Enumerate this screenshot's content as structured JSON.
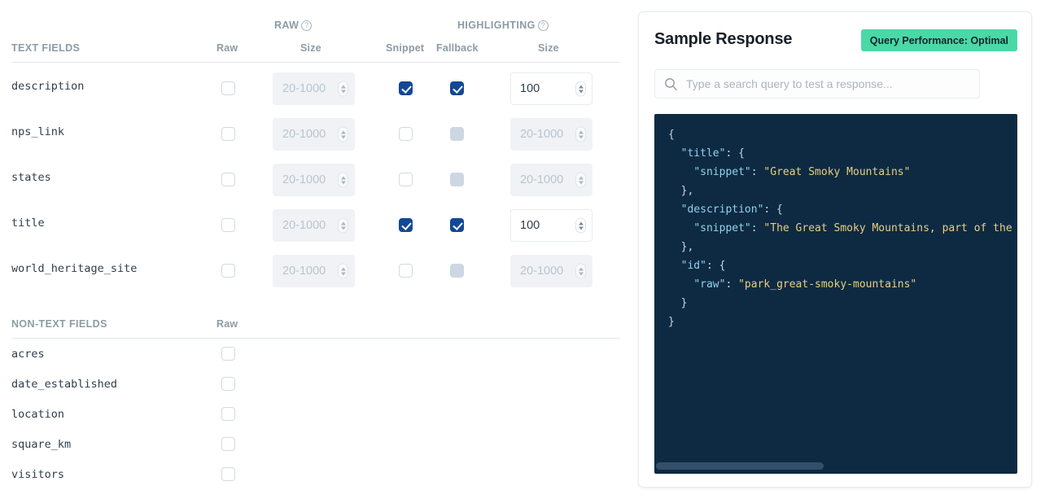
{
  "left": {
    "group_headers": [
      {
        "label": "RAW",
        "help": "?"
      },
      {
        "label": "HIGHLIGHTING",
        "help": "?"
      }
    ],
    "text_fields_section_label": "TEXT FIELDS",
    "text_columns": [
      "Raw",
      "Size",
      "Snippet",
      "Fallback",
      "Size"
    ],
    "text_rows": [
      {
        "name": "description",
        "raw_checked": false,
        "raw_size_value": "",
        "raw_size_placeholder": "20-1000",
        "raw_size_disabled": true,
        "snippet_checked": true,
        "fallback_checked": true,
        "fallback_disabled": false,
        "hl_size_value": "100",
        "hl_size_placeholder": "20-1000",
        "hl_size_disabled": false
      },
      {
        "name": "nps_link",
        "raw_checked": false,
        "raw_size_value": "",
        "raw_size_placeholder": "20-1000",
        "raw_size_disabled": true,
        "snippet_checked": false,
        "fallback_checked": false,
        "fallback_disabled": true,
        "hl_size_value": "",
        "hl_size_placeholder": "20-1000",
        "hl_size_disabled": true
      },
      {
        "name": "states",
        "raw_checked": false,
        "raw_size_value": "",
        "raw_size_placeholder": "20-1000",
        "raw_size_disabled": true,
        "snippet_checked": false,
        "fallback_checked": false,
        "fallback_disabled": true,
        "hl_size_value": "",
        "hl_size_placeholder": "20-1000",
        "hl_size_disabled": true
      },
      {
        "name": "title",
        "raw_checked": false,
        "raw_size_value": "",
        "raw_size_placeholder": "20-1000",
        "raw_size_disabled": true,
        "snippet_checked": true,
        "fallback_checked": true,
        "fallback_disabled": false,
        "hl_size_value": "100",
        "hl_size_placeholder": "20-1000",
        "hl_size_disabled": false
      },
      {
        "name": "world_heritage_site",
        "raw_checked": false,
        "raw_size_value": "",
        "raw_size_placeholder": "20-1000",
        "raw_size_disabled": true,
        "snippet_checked": false,
        "fallback_checked": false,
        "fallback_disabled": true,
        "hl_size_value": "",
        "hl_size_placeholder": "20-1000",
        "hl_size_disabled": true
      }
    ],
    "nontext_fields_section_label": "NON-TEXT FIELDS",
    "nontext_columns": [
      "Raw"
    ],
    "nontext_rows": [
      {
        "name": "acres",
        "raw_checked": false
      },
      {
        "name": "date_established",
        "raw_checked": false
      },
      {
        "name": "location",
        "raw_checked": false
      },
      {
        "name": "square_km",
        "raw_checked": false
      },
      {
        "name": "visitors",
        "raw_checked": false
      }
    ]
  },
  "right": {
    "title": "Sample Response",
    "badge": "Query Performance: Optimal",
    "badge_color": "#4ad9a6",
    "search_placeholder": "Type a search query to test a response...",
    "search_value": "",
    "code_background": "#0e2a43",
    "code_key_color": "#8fd3e8",
    "code_string_color": "#e7cf7f",
    "code_lines": [
      [
        {
          "t": "{",
          "c": "punct"
        }
      ],
      [
        {
          "t": "  ",
          "c": "punct"
        },
        {
          "t": "\"title\"",
          "c": "key"
        },
        {
          "t": ": {",
          "c": "punct"
        }
      ],
      [
        {
          "t": "    ",
          "c": "punct"
        },
        {
          "t": "\"snippet\"",
          "c": "key"
        },
        {
          "t": ": ",
          "c": "punct"
        },
        {
          "t": "\"Great Smoky Mountains\"",
          "c": "str"
        }
      ],
      [
        {
          "t": "  },",
          "c": "punct"
        }
      ],
      [
        {
          "t": "  ",
          "c": "punct"
        },
        {
          "t": "\"description\"",
          "c": "key"
        },
        {
          "t": ": {",
          "c": "punct"
        }
      ],
      [
        {
          "t": "    ",
          "c": "punct"
        },
        {
          "t": "\"snippet\"",
          "c": "key"
        },
        {
          "t": ": ",
          "c": "punct"
        },
        {
          "t": "\"The Great Smoky Mountains, part of the Appa",
          "c": "str"
        }
      ],
      [
        {
          "t": "  },",
          "c": "punct"
        }
      ],
      [
        {
          "t": "  ",
          "c": "punct"
        },
        {
          "t": "\"id\"",
          "c": "key"
        },
        {
          "t": ": {",
          "c": "punct"
        }
      ],
      [
        {
          "t": "    ",
          "c": "punct"
        },
        {
          "t": "\"raw\"",
          "c": "key"
        },
        {
          "t": ": ",
          "c": "punct"
        },
        {
          "t": "\"park_great-smoky-mountains\"",
          "c": "str"
        }
      ],
      [
        {
          "t": "  }",
          "c": "punct"
        }
      ],
      [
        {
          "t": "}",
          "c": "punct"
        }
      ]
    ]
  }
}
